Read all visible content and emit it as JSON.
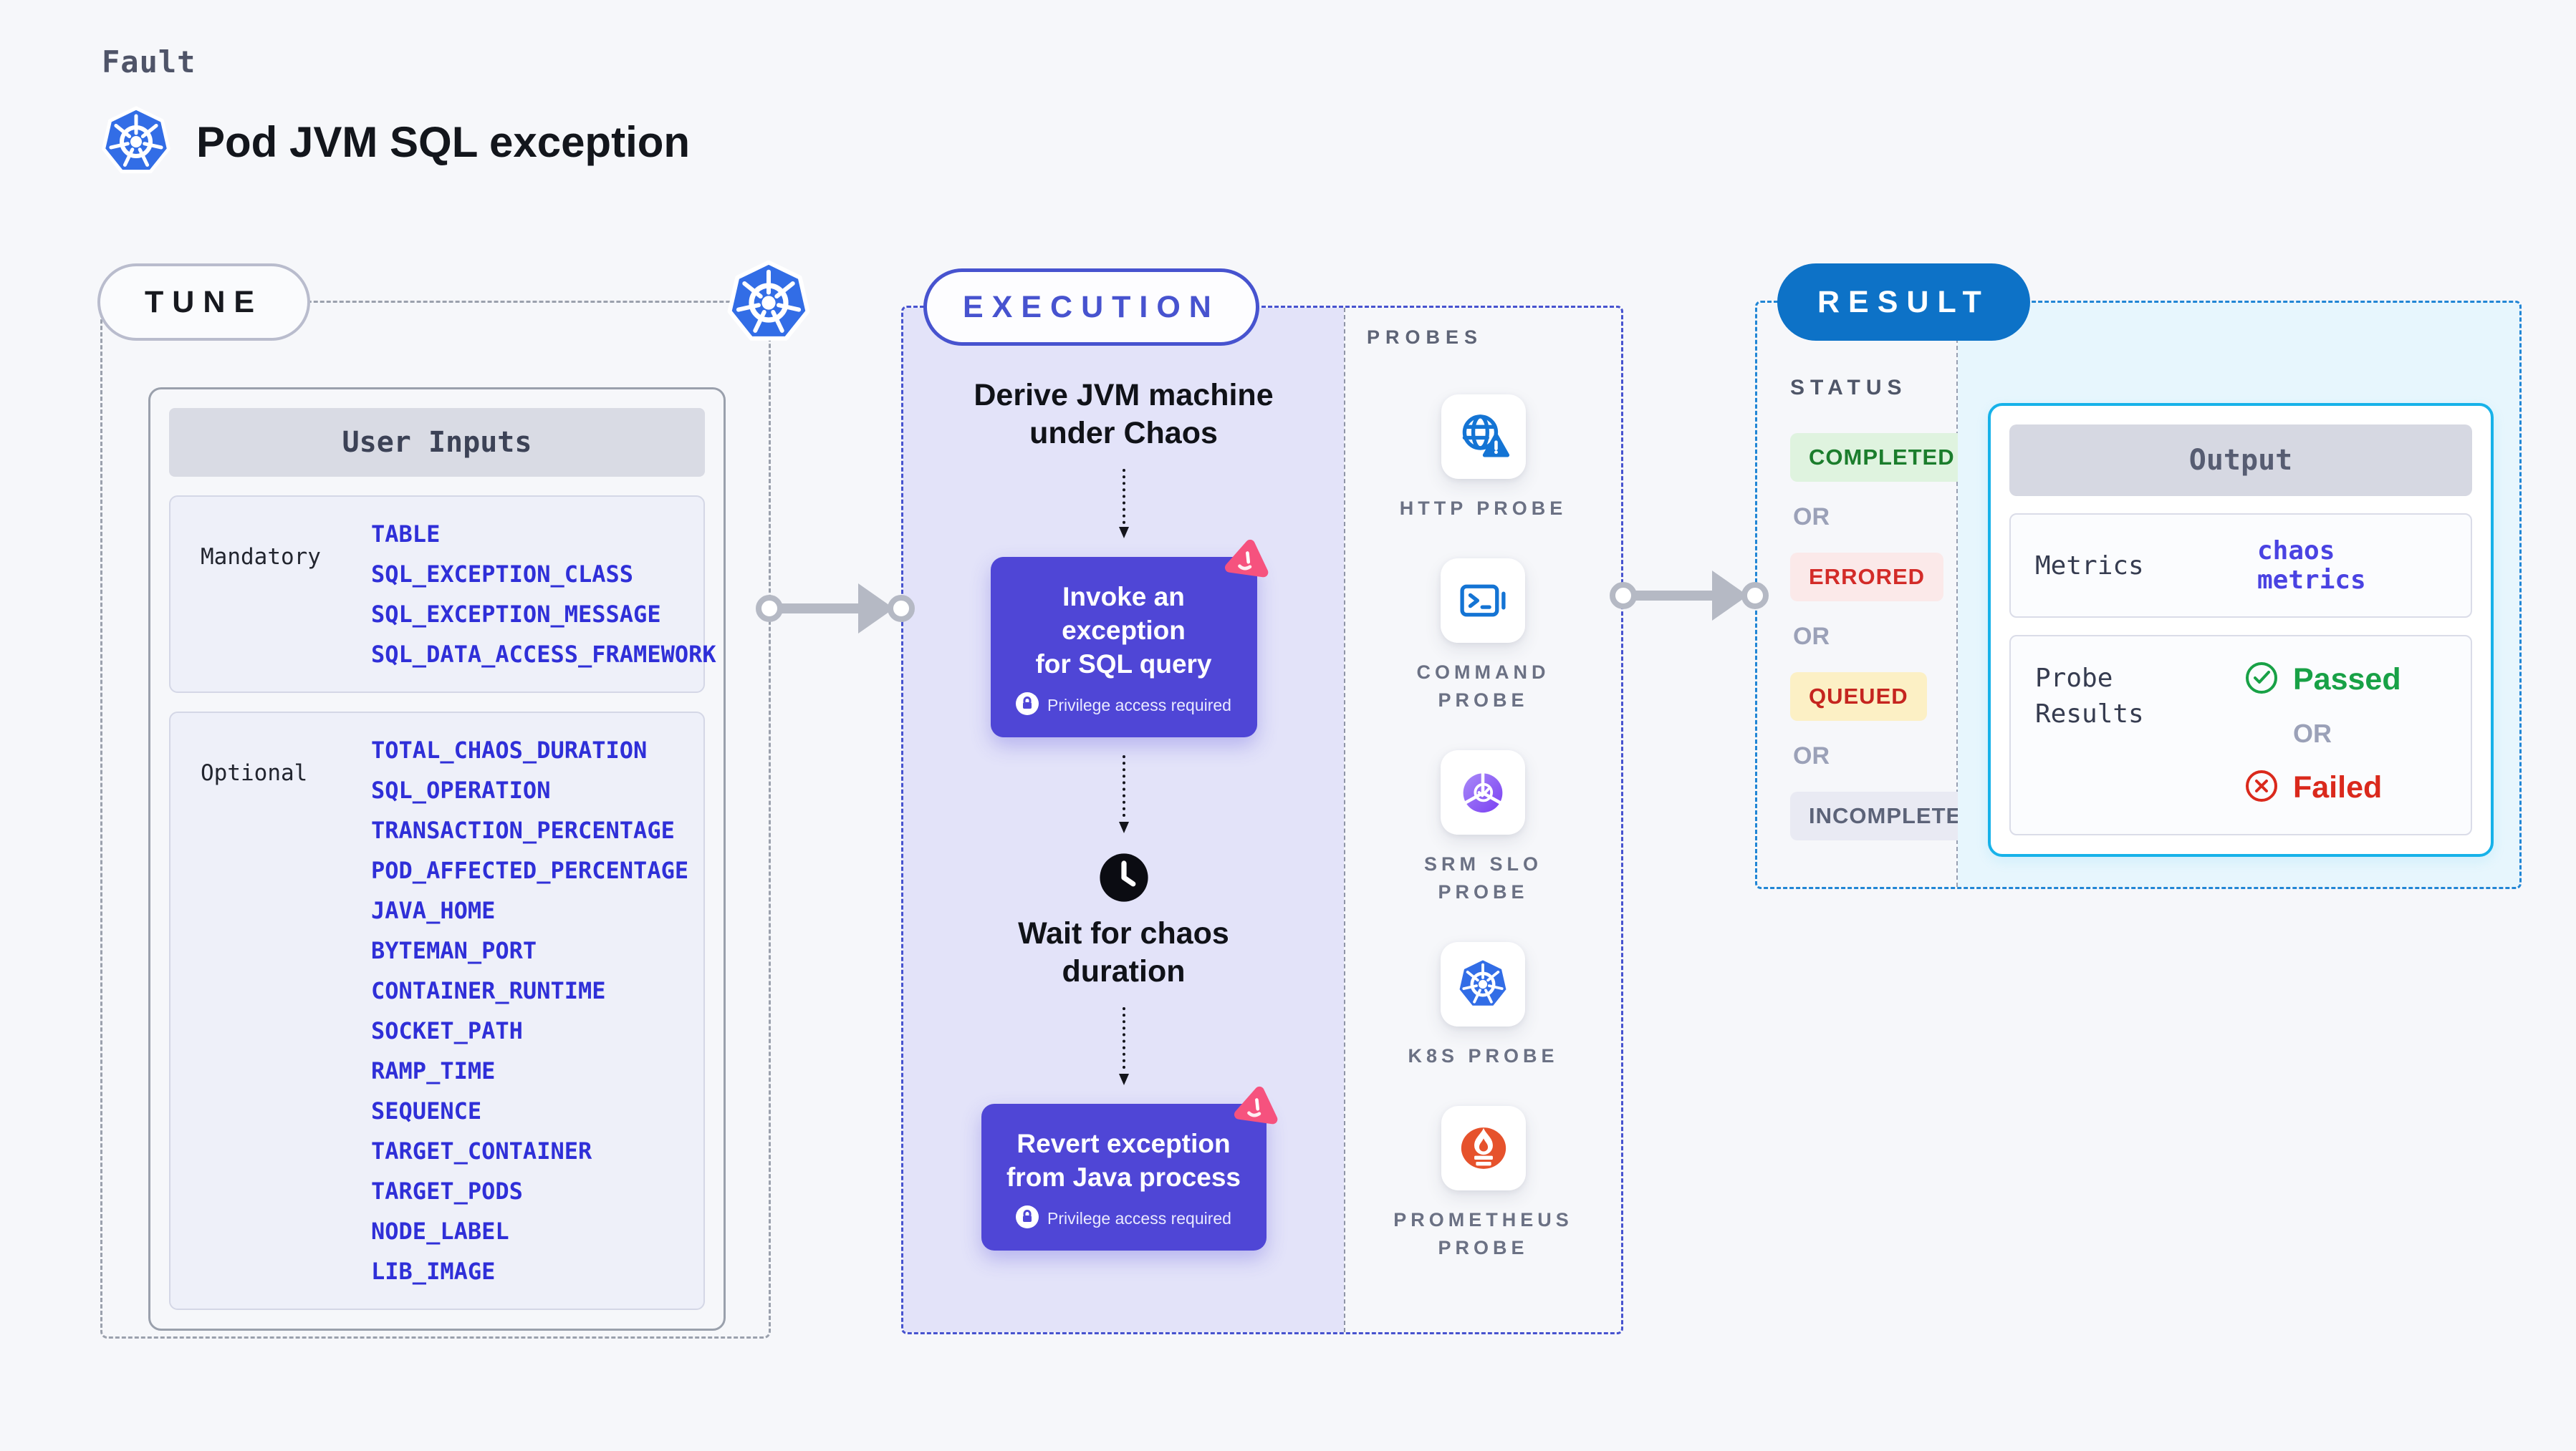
{
  "page": {
    "kicker": "Fault",
    "title": "Pod JVM SQL exception"
  },
  "tune": {
    "label": "TUNE",
    "table": {
      "header": "User Inputs",
      "rows": [
        {
          "label": "Mandatory",
          "params": [
            "TABLE",
            "SQL_EXCEPTION_CLASS",
            "SQL_EXCEPTION_MESSAGE",
            "SQL_DATA_ACCESS_FRAMEWORK"
          ]
        },
        {
          "label": "Optional",
          "params": [
            "TOTAL_CHAOS_DURATION",
            "SQL_OPERATION",
            "TRANSACTION_PERCENTAGE",
            "POD_AFFECTED_PERCENTAGE",
            "JAVA_HOME",
            "BYTEMAN_PORT",
            "CONTAINER_RUNTIME",
            "SOCKET_PATH",
            "RAMP_TIME",
            "SEQUENCE",
            "TARGET_CONTAINER",
            "TARGET_PODS",
            "NODE_LABEL",
            "LIB_IMAGE"
          ]
        }
      ]
    }
  },
  "execution": {
    "label": "EXECUTION",
    "privilege_note": "Privilege access required",
    "steps": {
      "derive": {
        "lines": [
          "Derive JVM machine",
          "under Chaos"
        ]
      },
      "invoke": {
        "lines": [
          "Invoke an exception",
          "for SQL query"
        ]
      },
      "wait": {
        "lines": [
          "Wait for chaos",
          "duration"
        ]
      },
      "revert": {
        "lines": [
          "Revert exception",
          "from Java process"
        ]
      }
    },
    "probes": {
      "label": "PROBES",
      "items": [
        {
          "name": "http-probe",
          "icon": "globe-alert-icon",
          "lines": [
            "HTTP PROBE"
          ]
        },
        {
          "name": "command-probe",
          "icon": "terminal-icon",
          "lines": [
            "COMMAND",
            "PROBE"
          ]
        },
        {
          "name": "srm-slo-probe",
          "icon": "slo-chart-icon",
          "lines": [
            "SRM SLO",
            "PROBE"
          ]
        },
        {
          "name": "k8s-probe",
          "icon": "kubernetes-icon",
          "lines": [
            "K8S PROBE"
          ]
        },
        {
          "name": "prometheus-probe",
          "icon": "prometheus-icon",
          "lines": [
            "PROMETHEUS",
            "PROBE"
          ]
        }
      ]
    }
  },
  "result": {
    "label": "RESULT",
    "status": {
      "label": "STATUS",
      "separator": "OR",
      "badges": [
        {
          "text": "COMPLETED",
          "fg": "#1b7d2c",
          "bg": "#dff3df"
        },
        {
          "text": "ERRORED",
          "fg": "#d32b28",
          "bg": "#fbe9e9"
        },
        {
          "text": "QUEUED",
          "fg": "#c5251f",
          "bg": "#fcf0c5"
        },
        {
          "text": "INCOMPLETED",
          "fg": "#5c6378",
          "bg": "#e9eaf3"
        }
      ]
    },
    "output": {
      "header": "Output",
      "metrics_label": "Metrics",
      "metrics_value": "chaos metrics",
      "probe_results_label": {
        "lines": [
          "Probe",
          "Results"
        ]
      },
      "passed": "Passed",
      "or": "OR",
      "failed": "Failed"
    }
  },
  "colors": {
    "kubernetes_blue": "#326de6",
    "probe_icon_blue": "#1474d4",
    "slo_purple": "#7a3ff2",
    "prometheus_orange": "#e6522c",
    "execution_indigo": "#4753cf",
    "action_box_indigo": "#4f46d6",
    "litmus_pink": "#f6527e",
    "result_blue": "#0d72c7",
    "result_dash_blue": "#2186d5",
    "output_border_cyan": "#17b2e9",
    "param_blue": "#2f2fd8",
    "passed_green": "#18a146",
    "failed_red": "#da291c",
    "arrow_gray": "#b5b9c4"
  }
}
